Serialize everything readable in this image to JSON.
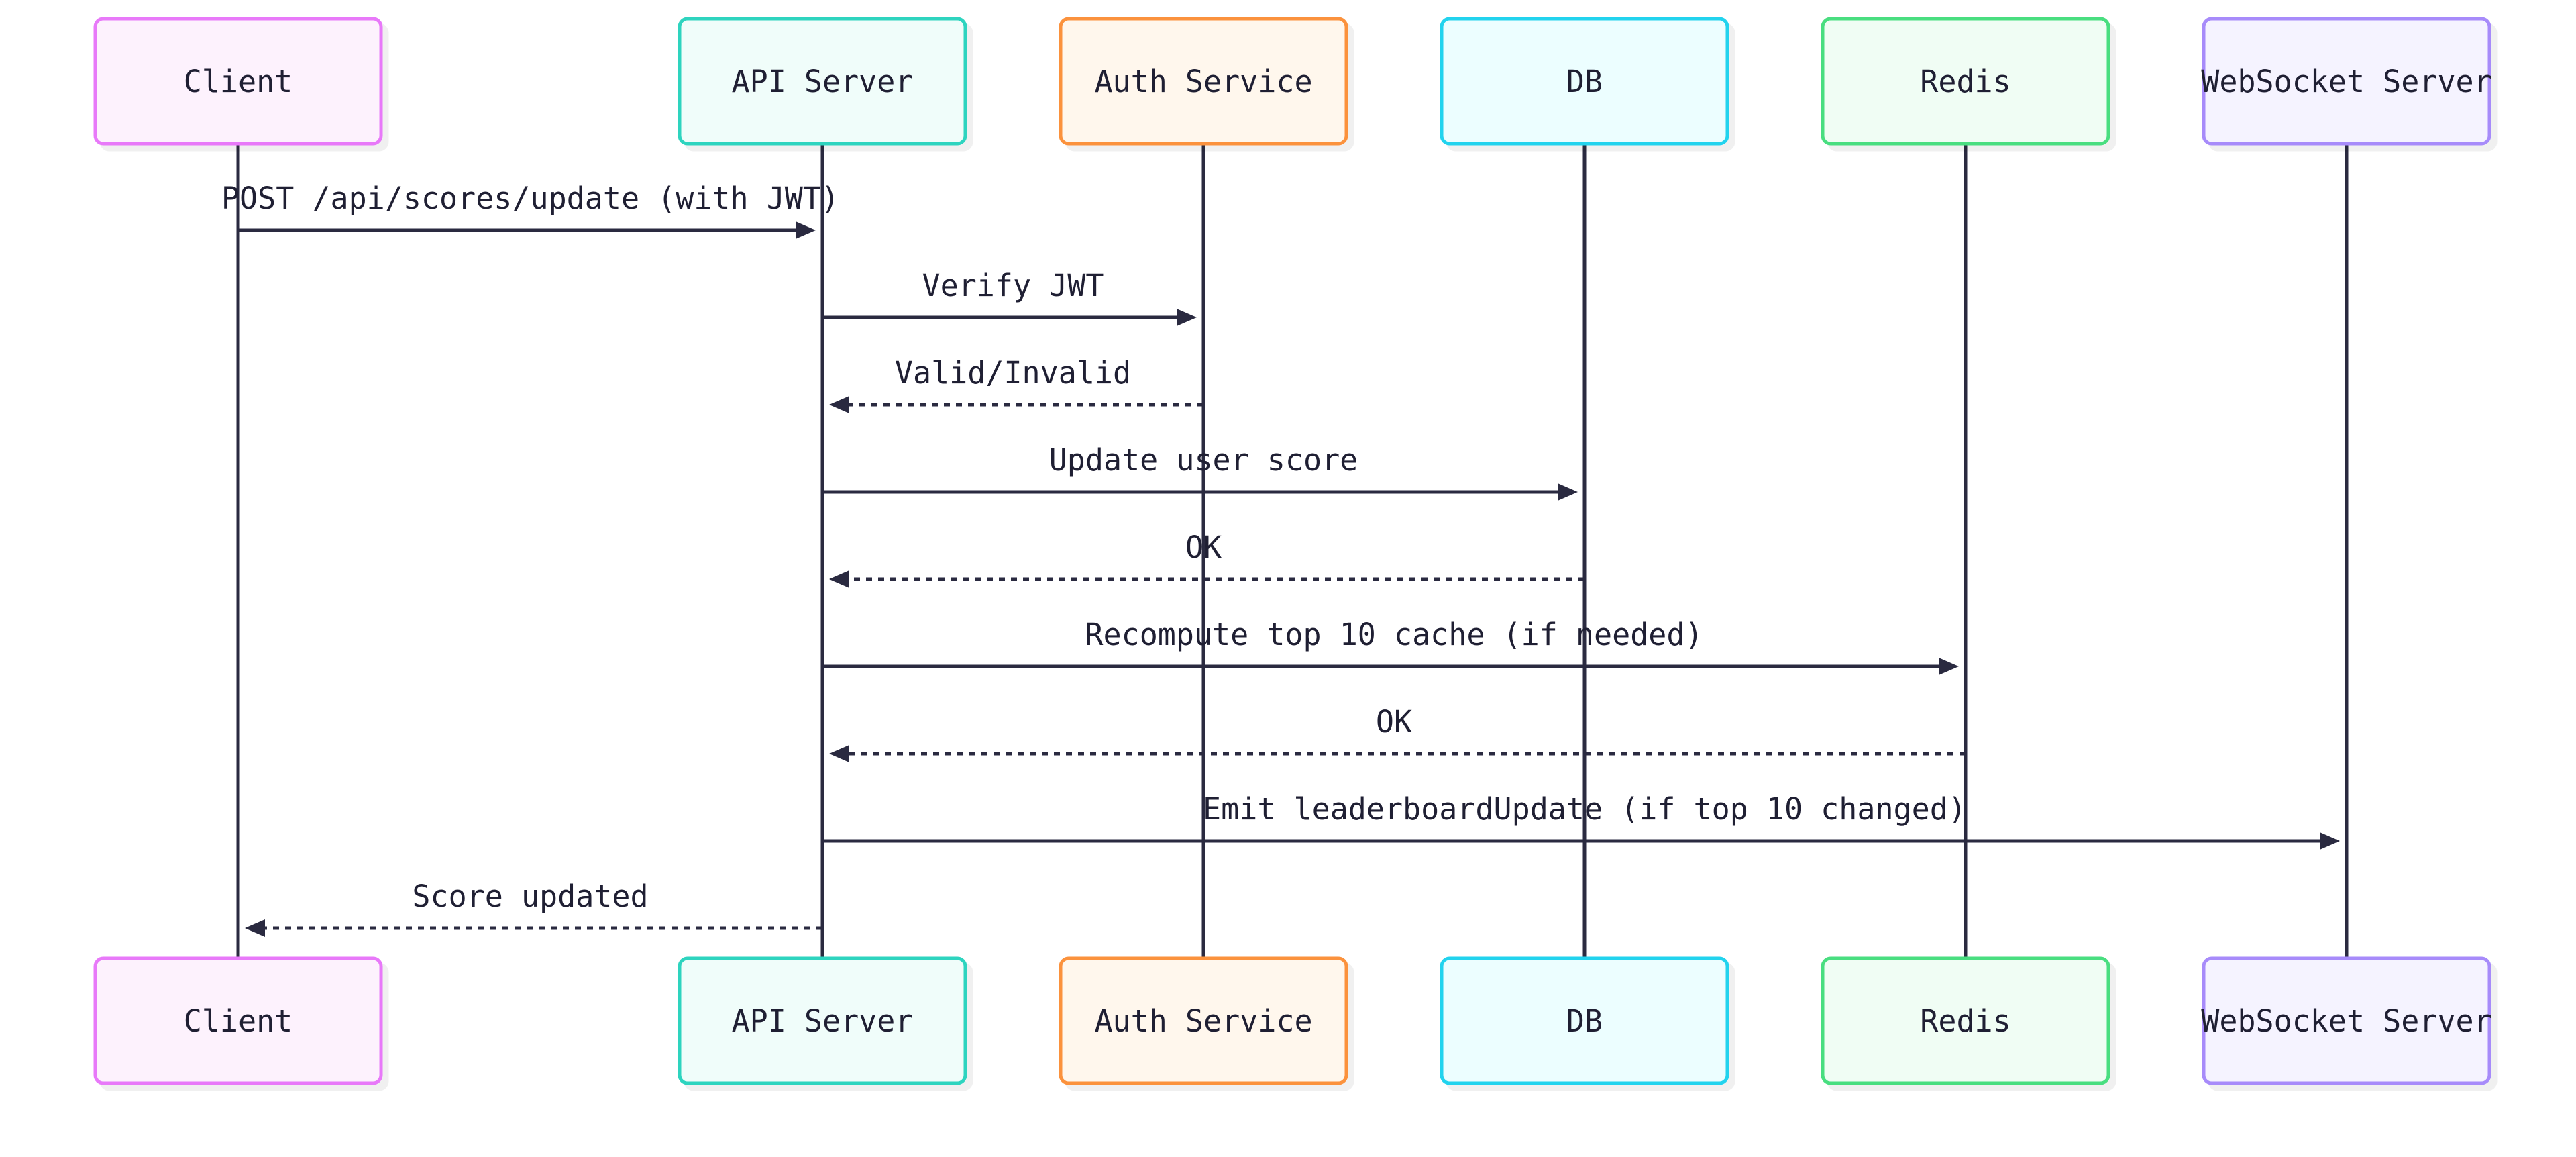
{
  "participants": [
    {
      "id": "client",
      "label": "Client",
      "stroke": "#e879f9",
      "fill": "#fdf2fd"
    },
    {
      "id": "api",
      "label": "API Server",
      "stroke": "#2dd4bf",
      "fill": "#f0fdfa"
    },
    {
      "id": "auth",
      "label": "Auth Service",
      "stroke": "#fb923c",
      "fill": "#fff7ed"
    },
    {
      "id": "db",
      "label": "DB",
      "stroke": "#22d3ee",
      "fill": "#ecfeff"
    },
    {
      "id": "redis",
      "label": "Redis",
      "stroke": "#4ade80",
      "fill": "#f0fdf4"
    },
    {
      "id": "ws",
      "label": "WebSocket Server",
      "stroke": "#a78bfa",
      "fill": "#f5f3ff"
    }
  ],
  "messages": [
    {
      "from": "client",
      "to": "api",
      "label": "POST /api/scores/update (with JWT)",
      "style": "solid"
    },
    {
      "from": "api",
      "to": "auth",
      "label": "Verify JWT",
      "style": "solid"
    },
    {
      "from": "auth",
      "to": "api",
      "label": "Valid/Invalid",
      "style": "dashed"
    },
    {
      "from": "api",
      "to": "db",
      "label": "Update user score",
      "style": "solid"
    },
    {
      "from": "db",
      "to": "api",
      "label": "OK",
      "style": "dashed"
    },
    {
      "from": "api",
      "to": "redis",
      "label": "Recompute top 10 cache (if needed)",
      "style": "solid"
    },
    {
      "from": "redis",
      "to": "api",
      "label": "OK",
      "style": "dashed"
    },
    {
      "from": "api",
      "to": "ws",
      "label": "Emit leaderboardUpdate (if top 10 changed)",
      "style": "solid"
    },
    {
      "from": "api",
      "to": "client",
      "label": "Score updated",
      "style": "dashed"
    }
  ],
  "colors": {
    "line": "#2a2a40",
    "text": "#1f1f33"
  }
}
